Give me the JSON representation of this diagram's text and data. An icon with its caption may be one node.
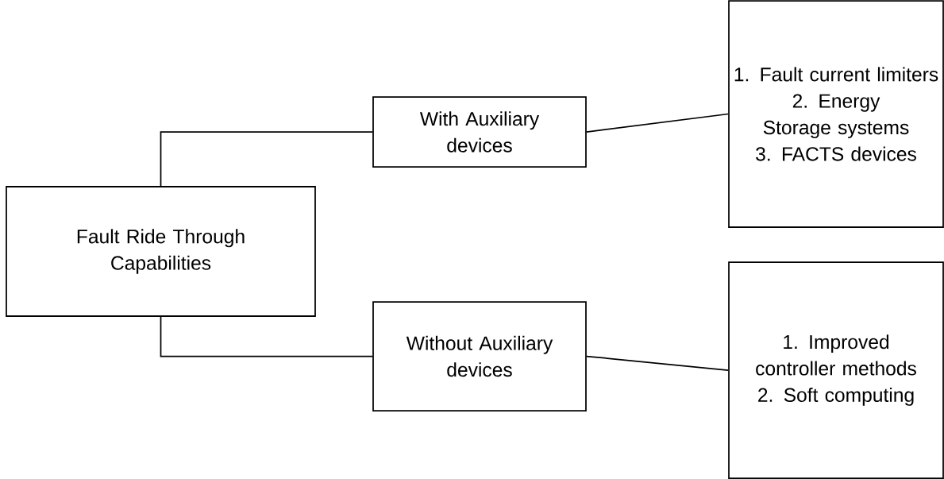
{
  "diagram": {
    "nodes": [
      {
        "text": [
          "Fault Ride Through Capabilities"
        ]
      },
      {
        "text": [
          "With Auxiliary devices"
        ]
      },
      {
        "text": [
          "1. Fault current limiters",
          "2. Energy Storage systems",
          "3. FACTS devices"
        ]
      },
      {
        "text": [
          "Without Auxiliary devices"
        ]
      },
      {
        "text": [
          "1. Improved controller methods",
          "2. Soft computing"
        ]
      }
    ],
    "edges": [
      {
        "from": 0,
        "to": 1,
        "arrow": "none"
      },
      {
        "from": 0,
        "to": 3,
        "arrow": "none"
      },
      {
        "from": 1,
        "to": 2,
        "arrow": "none"
      },
      {
        "from": 3,
        "to": 4,
        "arrow": "none"
      }
    ]
  }
}
